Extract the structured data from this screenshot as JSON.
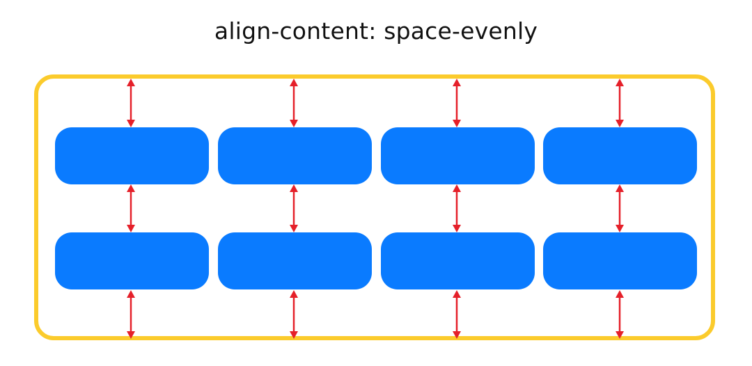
{
  "title": "align-content: space-evenly",
  "colors": {
    "container_border": "#FBCB2C",
    "item_fill": "#0A7BFF",
    "arrow": "#E5202A"
  },
  "grid": {
    "rows": 2,
    "columns": 4
  },
  "gaps_per_column": 3
}
